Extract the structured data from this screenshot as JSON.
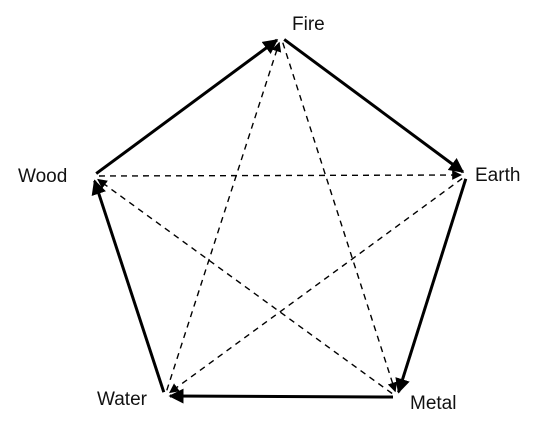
{
  "diagram": {
    "nodes": [
      {
        "id": "fire",
        "label": "Fire"
      },
      {
        "id": "earth",
        "label": "Earth"
      },
      {
        "id": "metal",
        "label": "Metal"
      },
      {
        "id": "water",
        "label": "Water"
      },
      {
        "id": "wood",
        "label": "Wood"
      }
    ],
    "edges": [
      {
        "from": "wood",
        "to": "fire",
        "style": "solid"
      },
      {
        "from": "fire",
        "to": "earth",
        "style": "solid"
      },
      {
        "from": "earth",
        "to": "metal",
        "style": "solid"
      },
      {
        "from": "metal",
        "to": "water",
        "style": "solid"
      },
      {
        "from": "water",
        "to": "wood",
        "style": "solid"
      },
      {
        "from": "wood",
        "to": "earth",
        "style": "dashed"
      },
      {
        "from": "earth",
        "to": "water",
        "style": "dashed"
      },
      {
        "from": "water",
        "to": "fire",
        "style": "dashed"
      },
      {
        "from": "fire",
        "to": "metal",
        "style": "dashed"
      },
      {
        "from": "metal",
        "to": "wood",
        "style": "dashed"
      }
    ],
    "colors": {
      "line": "#000000",
      "text": "#111111",
      "background": "#ffffff"
    }
  }
}
